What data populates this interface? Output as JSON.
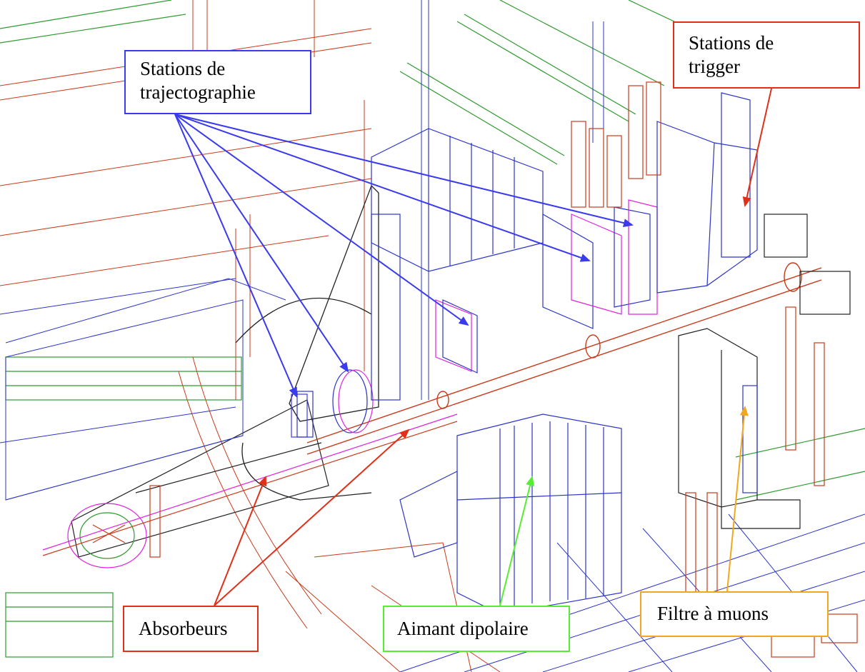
{
  "colors": {
    "detector_blue": "#2b34c8",
    "structure_green": "#2f9a2f",
    "structure_red": "#c83a1a",
    "absorber_magenta": "#e020e0",
    "tracking_arrow": "#3a3aee",
    "trigger_arrow": "#e03018",
    "absorber_arrow": "#e03018",
    "dipole_arrow": "#55ee33",
    "muon_arrow": "#f0a820"
  },
  "labels": {
    "tracking": {
      "line1": "Stations de",
      "line2": "trajectographie",
      "border": "#3a3aee"
    },
    "trigger": {
      "line1": "Stations de",
      "line2": "trigger",
      "border": "#e03018"
    },
    "absorbers": {
      "text": "Absorbeurs",
      "border": "#e03018"
    },
    "dipole": {
      "text": "Aimant dipolaire",
      "border": "#55ee33"
    },
    "muon_filter": {
      "text": "Filtre à muons",
      "border": "#f0a820"
    }
  }
}
